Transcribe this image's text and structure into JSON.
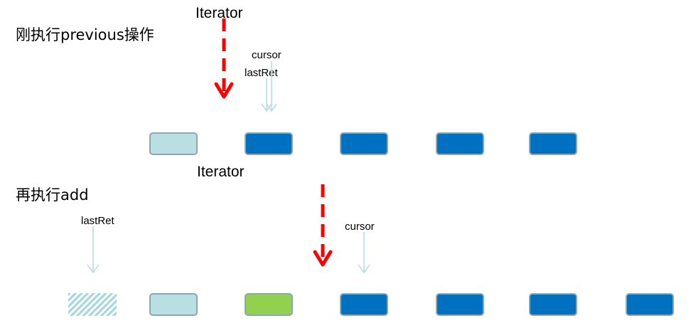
{
  "diagram": {
    "top": {
      "iterator_label": "Iterator",
      "step_label": "刚执行previous操作",
      "cursor_label": "cursor",
      "lastret_label": "lastRet",
      "items": [
        "light",
        "blue",
        "blue",
        "blue",
        "blue"
      ]
    },
    "bottom": {
      "iterator_label": "Iterator",
      "step_label": "再执行add",
      "lastret_label": "lastRet",
      "cursor_label": "cursor",
      "items": [
        "hatched",
        "light",
        "green",
        "blue",
        "blue",
        "blue",
        "blue"
      ]
    },
    "colors": {
      "iterator_arrow": "#ff0000",
      "pointer_arrow": "#b8dde2",
      "item_blue": "#0071c1",
      "item_light": "#b9dfe3",
      "item_new": "#92d050",
      "item_border": "#8ea6ad"
    }
  }
}
